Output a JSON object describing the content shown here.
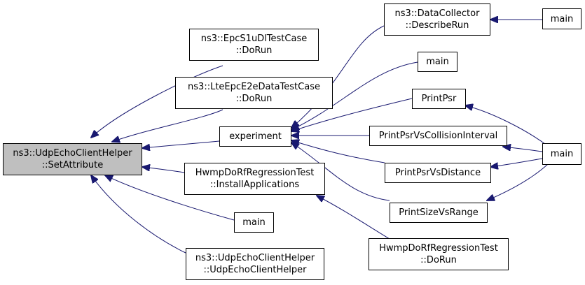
{
  "colors": {
    "edge": "#191970",
    "root_fill": "#bfbfbf",
    "node_fill": "#ffffff",
    "border": "#000000"
  },
  "nodes": {
    "root": {
      "lines": [
        "ns3::UdpEchoClientHelper",
        "::SetAttribute"
      ]
    },
    "epcS1": {
      "lines": [
        "ns3::EpcS1uDlTestCase",
        "::DoRun"
      ]
    },
    "lteEpc": {
      "lines": [
        "ns3::LteEpcE2eDataTestCase",
        "::DoRun"
      ]
    },
    "experiment": {
      "lines": [
        "experiment"
      ]
    },
    "hwmpInst": {
      "lines": [
        "HwmpDoRfRegressionTest",
        "::InstallApplications"
      ]
    },
    "mainA": {
      "lines": [
        "main"
      ]
    },
    "udpCtor": {
      "lines": [
        "ns3::UdpEchoClientHelper",
        "::UdpEchoClientHelper"
      ]
    },
    "dataColl": {
      "lines": [
        "ns3::DataCollector",
        "::DescribeRun"
      ]
    },
    "mainB": {
      "lines": [
        "main"
      ]
    },
    "psr": {
      "lines": [
        "PrintPsr"
      ]
    },
    "psrColl": {
      "lines": [
        "PrintPsrVsCollisionInterval"
      ]
    },
    "psrDist": {
      "lines": [
        "PrintPsrVsDistance"
      ]
    },
    "sizeRange": {
      "lines": [
        "PrintSizeVsRange"
      ]
    },
    "hwmpRun": {
      "lines": [
        "HwmpDoRfRegressionTest",
        "::DoRun"
      ]
    },
    "mainTop": {
      "lines": [
        "main"
      ]
    },
    "mainRight": {
      "lines": [
        "main"
      ]
    }
  }
}
